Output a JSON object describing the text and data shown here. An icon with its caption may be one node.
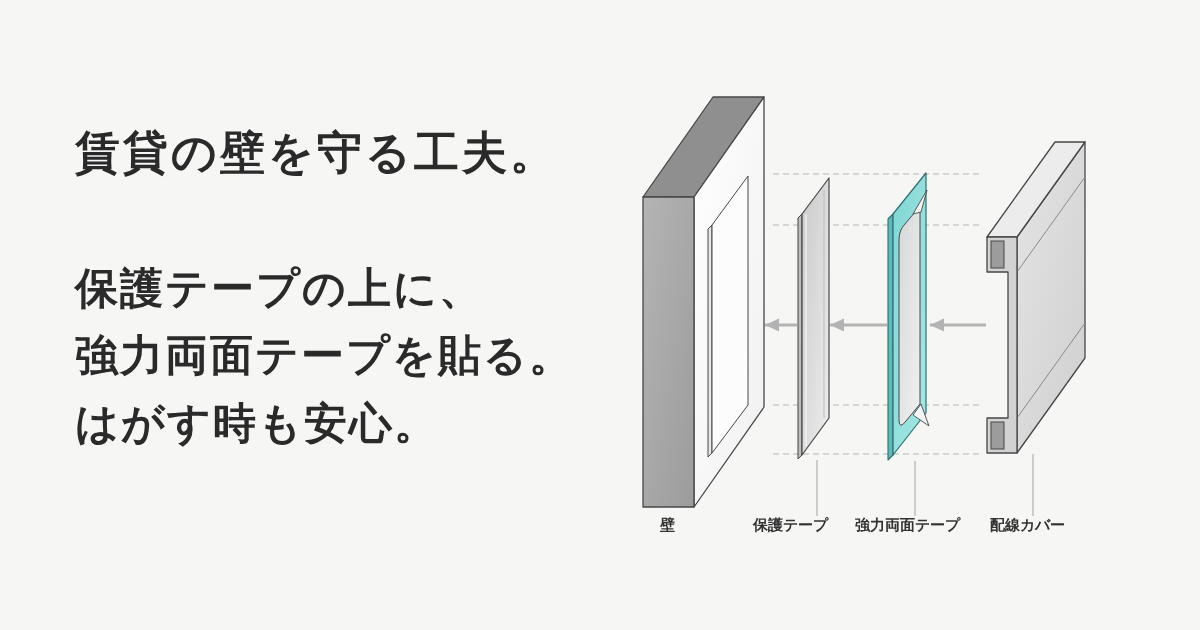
{
  "diagram": {
    "title": "賃貸の壁を守る工夫。",
    "nodes": [
      {
        "text": [],
        "shape": "picture",
        "beside": [
          "壁"
        ]
      },
      {
        "text": [],
        "shape": "picture"
      },
      {
        "text": [],
        "shape": "picture"
      },
      {
        "text": [],
        "shape": "picture"
      },
      {
        "text": [
          "保護テープ"
        ]
      },
      {
        "text": [
          "強力両面テープ"
        ]
      },
      {
        "text": [
          "配線カバー"
        ]
      }
    ],
    "edges": [
      {
        "from": 3,
        "to": 2,
        "arrow": "to",
        "style": "thick"
      },
      {
        "from": 2,
        "to": 1,
        "arrow": "to",
        "style": "thick"
      },
      {
        "from": 1,
        "to": 0,
        "arrow": "to",
        "style": "thick"
      },
      {
        "from": 4,
        "to": 1,
        "arrow": "none"
      },
      {
        "from": 5,
        "to": 2,
        "arrow": "none"
      },
      {
        "from": 6,
        "to": 3,
        "arrow": "none"
      }
    ],
    "labels": [
      "保護テープの上に、",
      "強力両面テープを貼る。",
      "はがす時も安心。"
    ]
  }
}
